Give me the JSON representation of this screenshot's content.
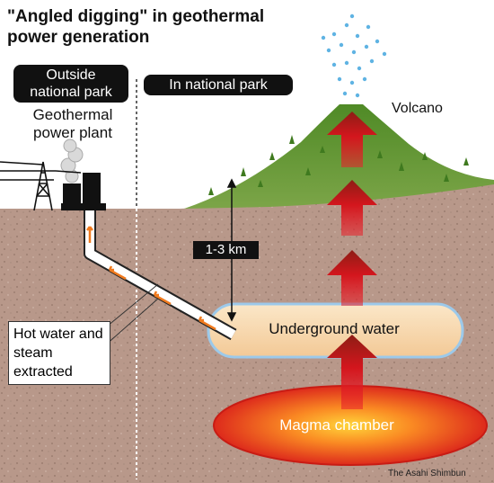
{
  "title_line1": "\"Angled digging\" in geothermal",
  "title_line2": "power generation",
  "label_outside": "Outside national park",
  "label_inside": "In national park",
  "label_plant": "Geothermal power plant",
  "label_volcano": "Volcano",
  "label_distance": "1-3 km",
  "label_water": "Underground water",
  "label_magma": "Magma chamber",
  "label_callout": "Hot water and steam extracted",
  "credit": "The Asahi Shimbun",
  "colors": {
    "ground": "#b8988a",
    "volcano": "#5a8f31",
    "magma": "#e52c1f",
    "water": "#f7d8b3",
    "arrow": "#c4141b",
    "pipe_flow": "#f07a1e"
  }
}
